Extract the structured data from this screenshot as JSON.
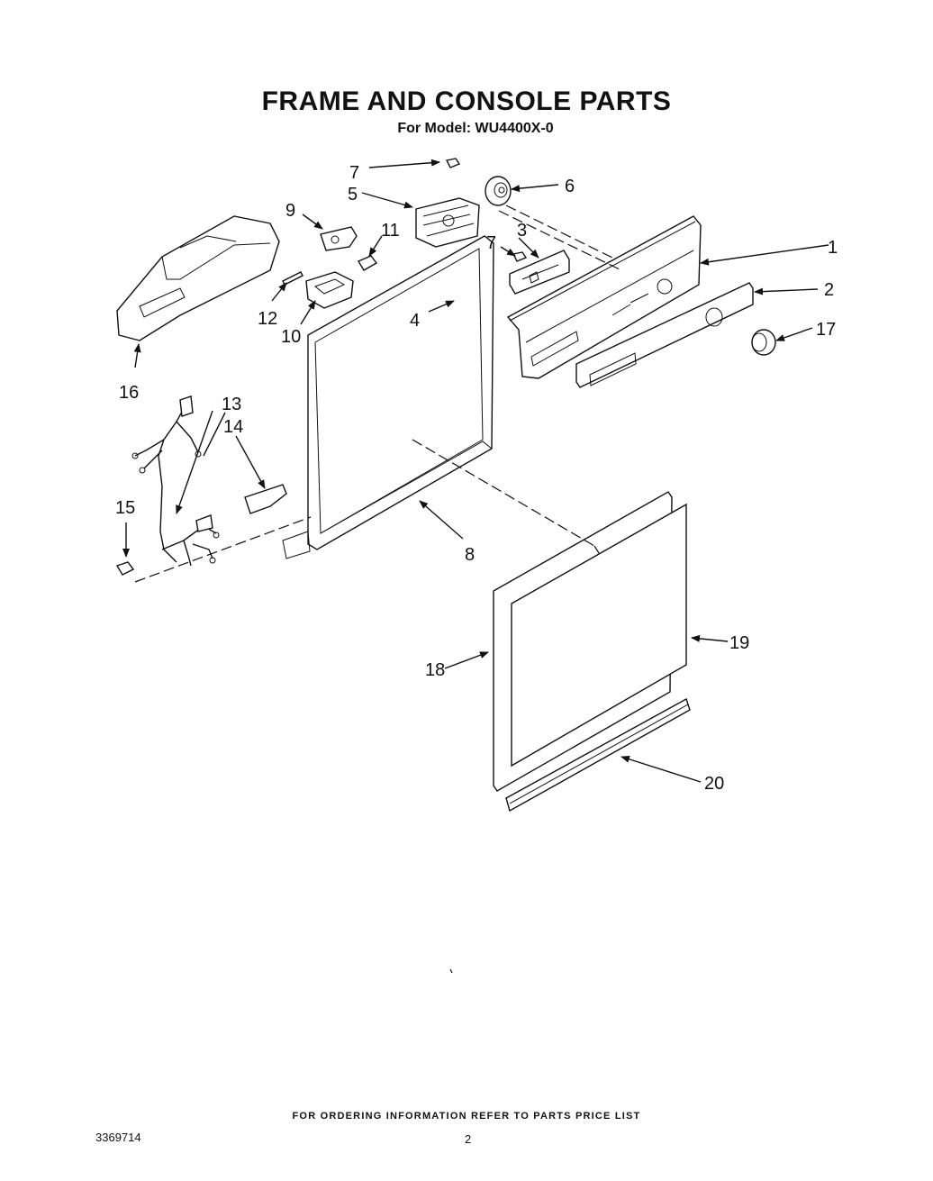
{
  "header": {
    "title": "FRAME AND CONSOLE PARTS",
    "subtitle": "For Model: WU4400X-0"
  },
  "callouts": {
    "c1": "1",
    "c2": "2",
    "c3": "3",
    "c4": "4",
    "c5": "5",
    "c6": "6",
    "c7a": "7",
    "c7b": "7",
    "c8": "8",
    "c9": "9",
    "c10": "10",
    "c11": "11",
    "c12": "12",
    "c13": "13",
    "c14": "14",
    "c15": "15",
    "c16": "16",
    "c17": "17",
    "c18": "18",
    "c19": "19",
    "c20": "20"
  },
  "footer": {
    "note": "FOR ORDERING INFORMATION REFER TO PARTS PRICE LIST",
    "document_number": "3369714",
    "page_number": "2"
  }
}
